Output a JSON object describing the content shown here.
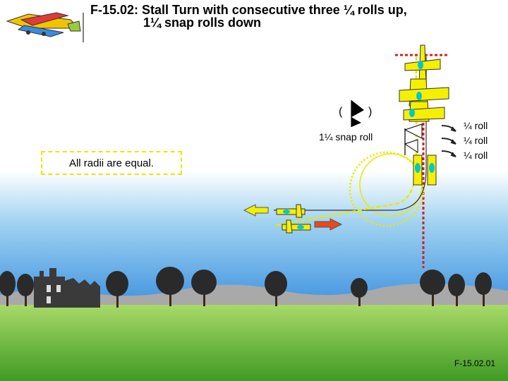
{
  "title": {
    "line1": "F-15.02: Stall Turn with consecutive three ¼ rolls up,",
    "line2": "1¼ snap rolls down"
  },
  "labels": {
    "snap_symbol_left": "(",
    "snap_symbol_right": ")",
    "snap_roll": "1¼ snap roll",
    "quarter_roll_1": "¼ roll",
    "quarter_roll_2": "¼ roll",
    "quarter_roll_3": "¼ roll",
    "radii_note": "All radii are equal."
  },
  "footer": {
    "code": "F-15.02.01"
  },
  "colors": {
    "sky_top": "#0a52d6",
    "sky_bottom": "#bfe4f5",
    "ground_top": "#7fc84a",
    "ground_bottom": "#3a9a1e",
    "aircraft": "#f5f000",
    "flight_path": "#e8e800",
    "vertical_line": "#d62020",
    "arrow_exit": "#f5f000",
    "arrow_entry": "#e84a1a",
    "note_border": "#e8e800"
  },
  "icons": [
    "aircraft-logo-icon",
    "snap-roll-symbol-icon",
    "roll-direction-arrow-icon",
    "tree-icon",
    "castle-ruin-icon"
  ]
}
